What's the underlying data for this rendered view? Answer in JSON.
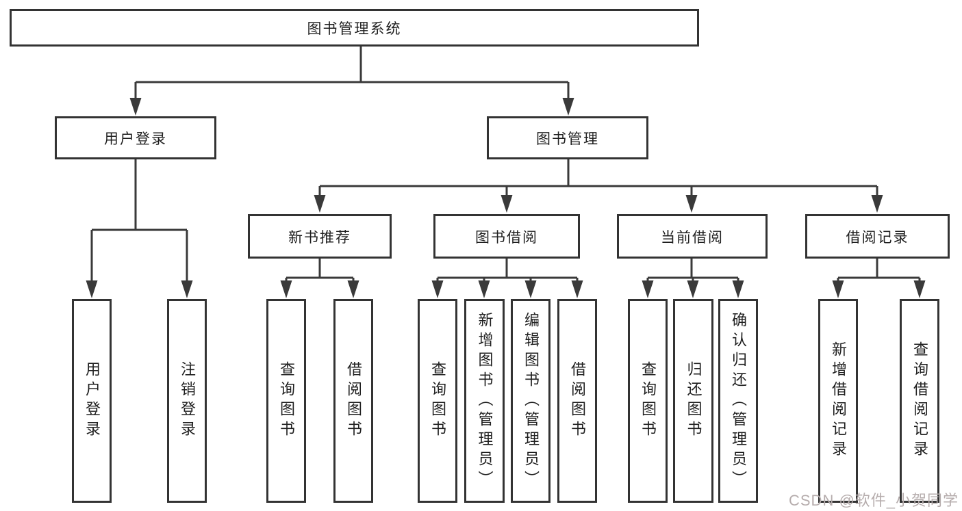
{
  "tree": {
    "root": {
      "label": "图书管理系统"
    },
    "level2": [
      {
        "label": "用户登录"
      },
      {
        "label": "图书管理"
      }
    ],
    "level3": [
      {
        "label": "新书推荐",
        "parent": "图书管理"
      },
      {
        "label": "图书借阅",
        "parent": "图书管理"
      },
      {
        "label": "当前借阅",
        "parent": "图书管理"
      },
      {
        "label": "借阅记录",
        "parent": "图书管理"
      }
    ],
    "leaves": [
      {
        "label": "用户登录",
        "parent": "用户登录"
      },
      {
        "label": "注销登录",
        "parent": "用户登录"
      },
      {
        "label": "查询图书",
        "parent": "新书推荐"
      },
      {
        "label": "借阅图书",
        "parent": "新书推荐"
      },
      {
        "label": "查询图书",
        "parent": "图书借阅"
      },
      {
        "label": "新增图书（管理员）",
        "parent": "图书借阅"
      },
      {
        "label": "编辑图书（管理员）",
        "parent": "图书借阅"
      },
      {
        "label": "借阅图书",
        "parent": "图书借阅"
      },
      {
        "label": "查询图书",
        "parent": "当前借阅"
      },
      {
        "label": "归还图书",
        "parent": "当前借阅"
      },
      {
        "label": "确认归还（管理员）",
        "parent": "当前借阅"
      },
      {
        "label": "新增借阅记录",
        "parent": "借阅记录"
      },
      {
        "label": "查询借阅记录",
        "parent": "借阅记录"
      }
    ]
  },
  "watermark": {
    "text": "CSDN @软件_小贺同学"
  },
  "colors": {
    "line": "#3a3a3a",
    "box_border": "#333333",
    "text": "#1f1f1f",
    "background": "#ffffff",
    "watermark": "#b6adad"
  }
}
